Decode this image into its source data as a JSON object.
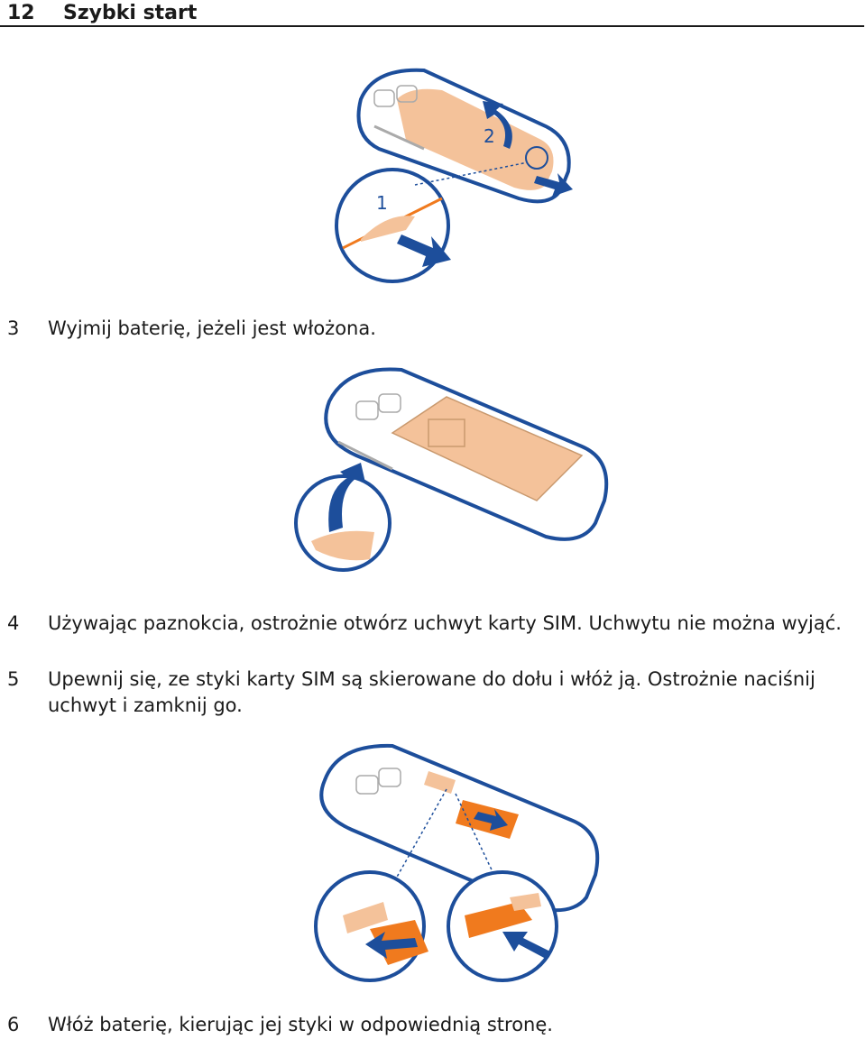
{
  "header": {
    "page_number": "12",
    "section_title": "Szybki start"
  },
  "illustration1": {
    "labels": [
      "2",
      "1"
    ]
  },
  "steps": [
    {
      "number": "3",
      "text": "Wyjmij baterię, jeżeli jest włożona."
    },
    {
      "number": "4",
      "text": "Używając paznokcia, ostrożnie otwórz uchwyt karty SIM. Uchwytu nie można wyjąć."
    },
    {
      "number": "5",
      "text": "Upewnij się, ze styki karty SIM są skierowane do dołu i włóż ją. Ostrożnie naciśnij uchwyt i zamknij go."
    },
    {
      "number": "6",
      "text": "Włóż baterię, kierując jej styki w odpowiednią stronę."
    }
  ],
  "colors": {
    "outline": "#1d4e9b",
    "peach": "#f4c29a",
    "orange": "#f07a1e",
    "arrow": "#1d4e9b"
  }
}
